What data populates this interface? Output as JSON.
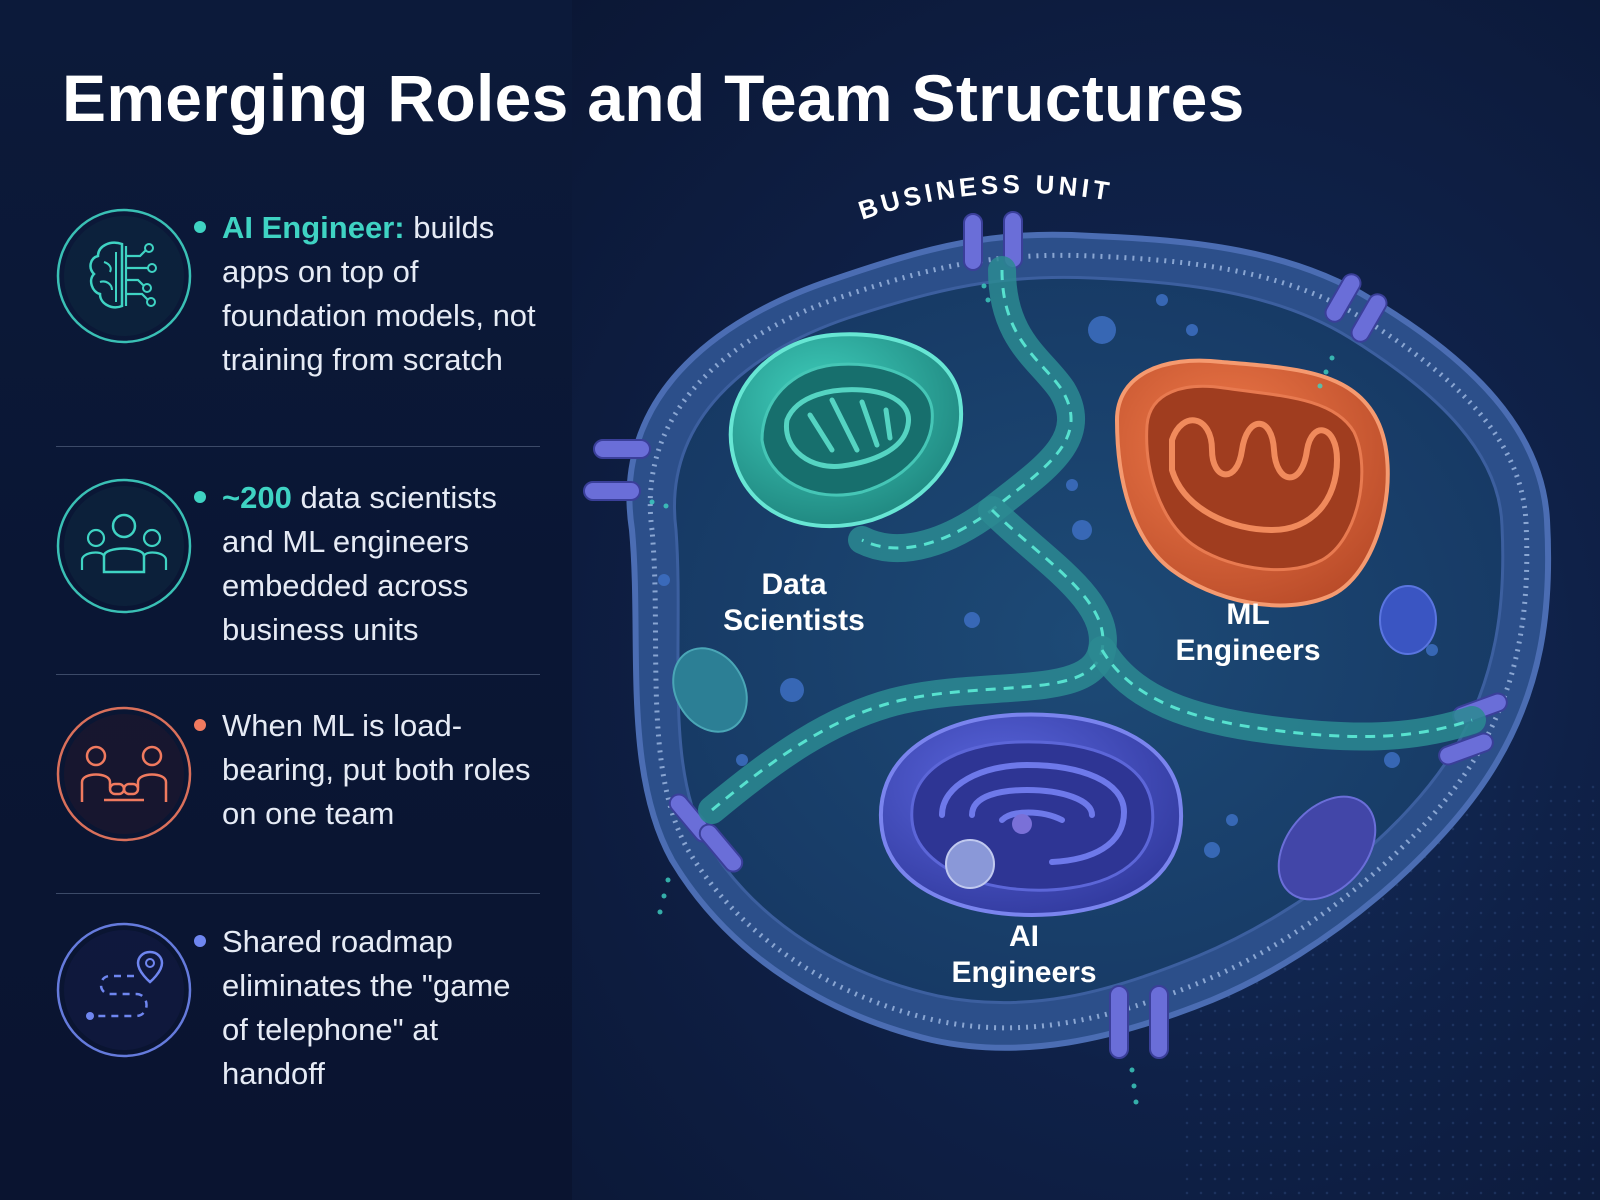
{
  "title": "Emerging Roles and Team Structures",
  "bullets": [
    {
      "icon": "brain-circuit-icon",
      "color": "#3fd3c3",
      "highlight": "AI Engineer:",
      "text": " builds apps on top of foundation models, not training from scratch"
    },
    {
      "icon": "team-people-icon",
      "color": "#3fd3c3",
      "highlight": "~200",
      "text": " data scientists and ML engineers embedded across business units"
    },
    {
      "icon": "two-people-link-icon",
      "color": "#f07a5f",
      "highlight": "",
      "text": "When ML is load-bearing, put both roles on one team"
    },
    {
      "icon": "roadmap-pin-icon",
      "color": "#6f86f0",
      "highlight": "",
      "text": "Shared roadmap eliminates the \"game of telephone\" at handoff"
    }
  ],
  "diagram": {
    "container_label": "BUSINESS UNIT",
    "nodes": [
      {
        "label_line1": "Data",
        "label_line2": "Scientists",
        "color": "#2fae9f"
      },
      {
        "label_line1": "ML",
        "label_line2": "Engineers",
        "color": "#d9643a"
      },
      {
        "label_line1": "AI",
        "label_line2": "Engineers",
        "color": "#4a55c9"
      }
    ]
  },
  "colors": {
    "teal": "#3fd3c3",
    "coral": "#f07a5f",
    "indigo": "#6f86f0",
    "background": "#0b1530"
  }
}
